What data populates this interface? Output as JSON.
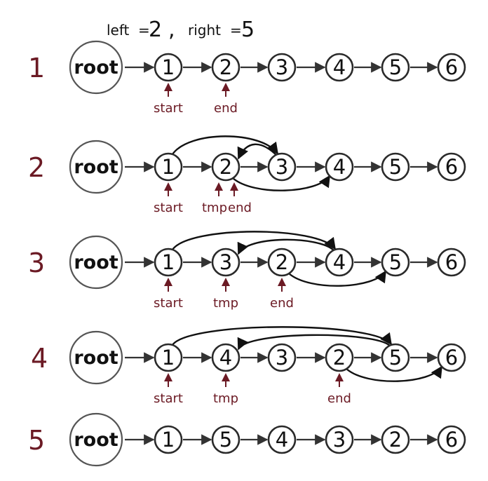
{
  "title": {
    "left_label": "left",
    "left_value": "2",
    "separator": ",",
    "right_label": "right",
    "right_value": "5",
    "equals": "="
  },
  "root_label": "root",
  "colors": {
    "accent": "#6b1a24",
    "ink": "#111111"
  },
  "steps": [
    {
      "step": "1",
      "nodes": [
        "1",
        "2",
        "3",
        "4",
        "5",
        "6"
      ],
      "pointers": [
        {
          "label": "start",
          "node_index": 0
        },
        {
          "label": "end",
          "node_index": 1
        }
      ],
      "rewired_links": []
    },
    {
      "step": "2",
      "nodes": [
        "1",
        "2",
        "3",
        "4",
        "5",
        "6"
      ],
      "pointers": [
        {
          "label": "start",
          "node_index": 0
        },
        {
          "label": "tmp",
          "node_index": 1
        },
        {
          "label": "end",
          "node_index": 1
        }
      ],
      "rewired_links": [
        {
          "from": 0,
          "to": 2
        },
        {
          "from": 2,
          "to": 1
        },
        {
          "from": 1,
          "to": 3
        }
      ]
    },
    {
      "step": "3",
      "nodes": [
        "1",
        "3",
        "2",
        "4",
        "5",
        "6"
      ],
      "pointers": [
        {
          "label": "start",
          "node_index": 0
        },
        {
          "label": "tmp",
          "node_index": 1
        },
        {
          "label": "end",
          "node_index": 2
        }
      ],
      "rewired_links": [
        {
          "from": 0,
          "to": 3
        },
        {
          "from": 3,
          "to": 1
        },
        {
          "from": 2,
          "to": 4
        }
      ]
    },
    {
      "step": "4",
      "nodes": [
        "1",
        "4",
        "3",
        "2",
        "5",
        "6"
      ],
      "pointers": [
        {
          "label": "start",
          "node_index": 0
        },
        {
          "label": "tmp",
          "node_index": 1
        },
        {
          "label": "end",
          "node_index": 3
        }
      ],
      "rewired_links": [
        {
          "from": 0,
          "to": 4
        },
        {
          "from": 4,
          "to": 1
        },
        {
          "from": 3,
          "to": 5
        }
      ]
    },
    {
      "step": "5",
      "nodes": [
        "1",
        "5",
        "4",
        "3",
        "2",
        "6"
      ],
      "pointers": [],
      "rewired_links": []
    }
  ]
}
